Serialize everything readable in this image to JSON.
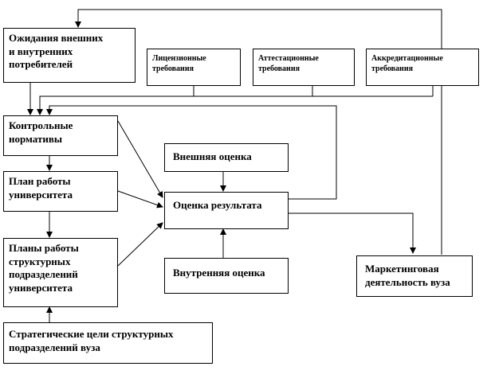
{
  "blocks": {
    "expectations": "Ожидания внешних\nи внутренних\n потребителей",
    "licensing": "Лицензионные\nтребования",
    "attestation": "Аттестационные\nтребования",
    "accreditation": "Аккредитационные\nтребования",
    "control_norms": "Контрольные\nнормативы",
    "univ_plan": "План работы\nуниверситета",
    "unit_plans": "Планы работы\nструктурных\nподразделений\nуниверситета",
    "strategic_goals": "Стратегические цели структурных\nподразделений  вуза",
    "external_eval": "Внешняя оценка",
    "result_eval": "Оценка результата",
    "internal_eval": "Внутренняя оценка",
    "marketing": "Маркетинговая\nдеятельность вуза"
  }
}
